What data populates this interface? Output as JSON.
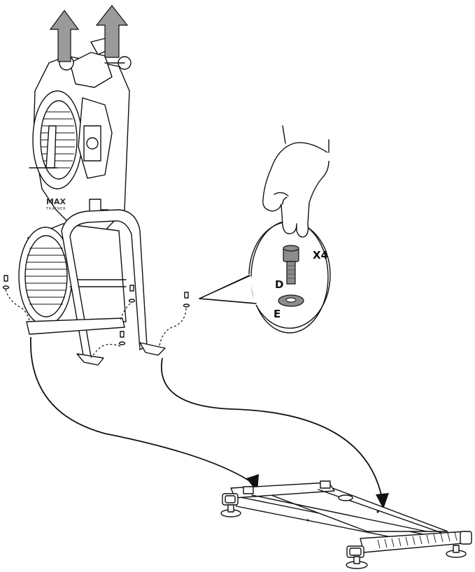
{
  "brand": {
    "logo": "MAX",
    "logo_sub": "TRAINER"
  },
  "callout": {
    "quantity": "X4",
    "bolt_label": "D",
    "washer_label": "E"
  },
  "icons": {
    "lift_arrows": "up-arrow-icon",
    "move_arrows": "curved-arrow-icon",
    "hand": "hand-icon",
    "bolt": "bolt-icon",
    "washer": "washer-icon"
  },
  "colors": {
    "line": "#111111",
    "arrow_fill": "#9a9a9a",
    "bolt_fill": "#8c8c8c",
    "washer_fill": "#8c8c8c",
    "background": "#ffffff"
  }
}
